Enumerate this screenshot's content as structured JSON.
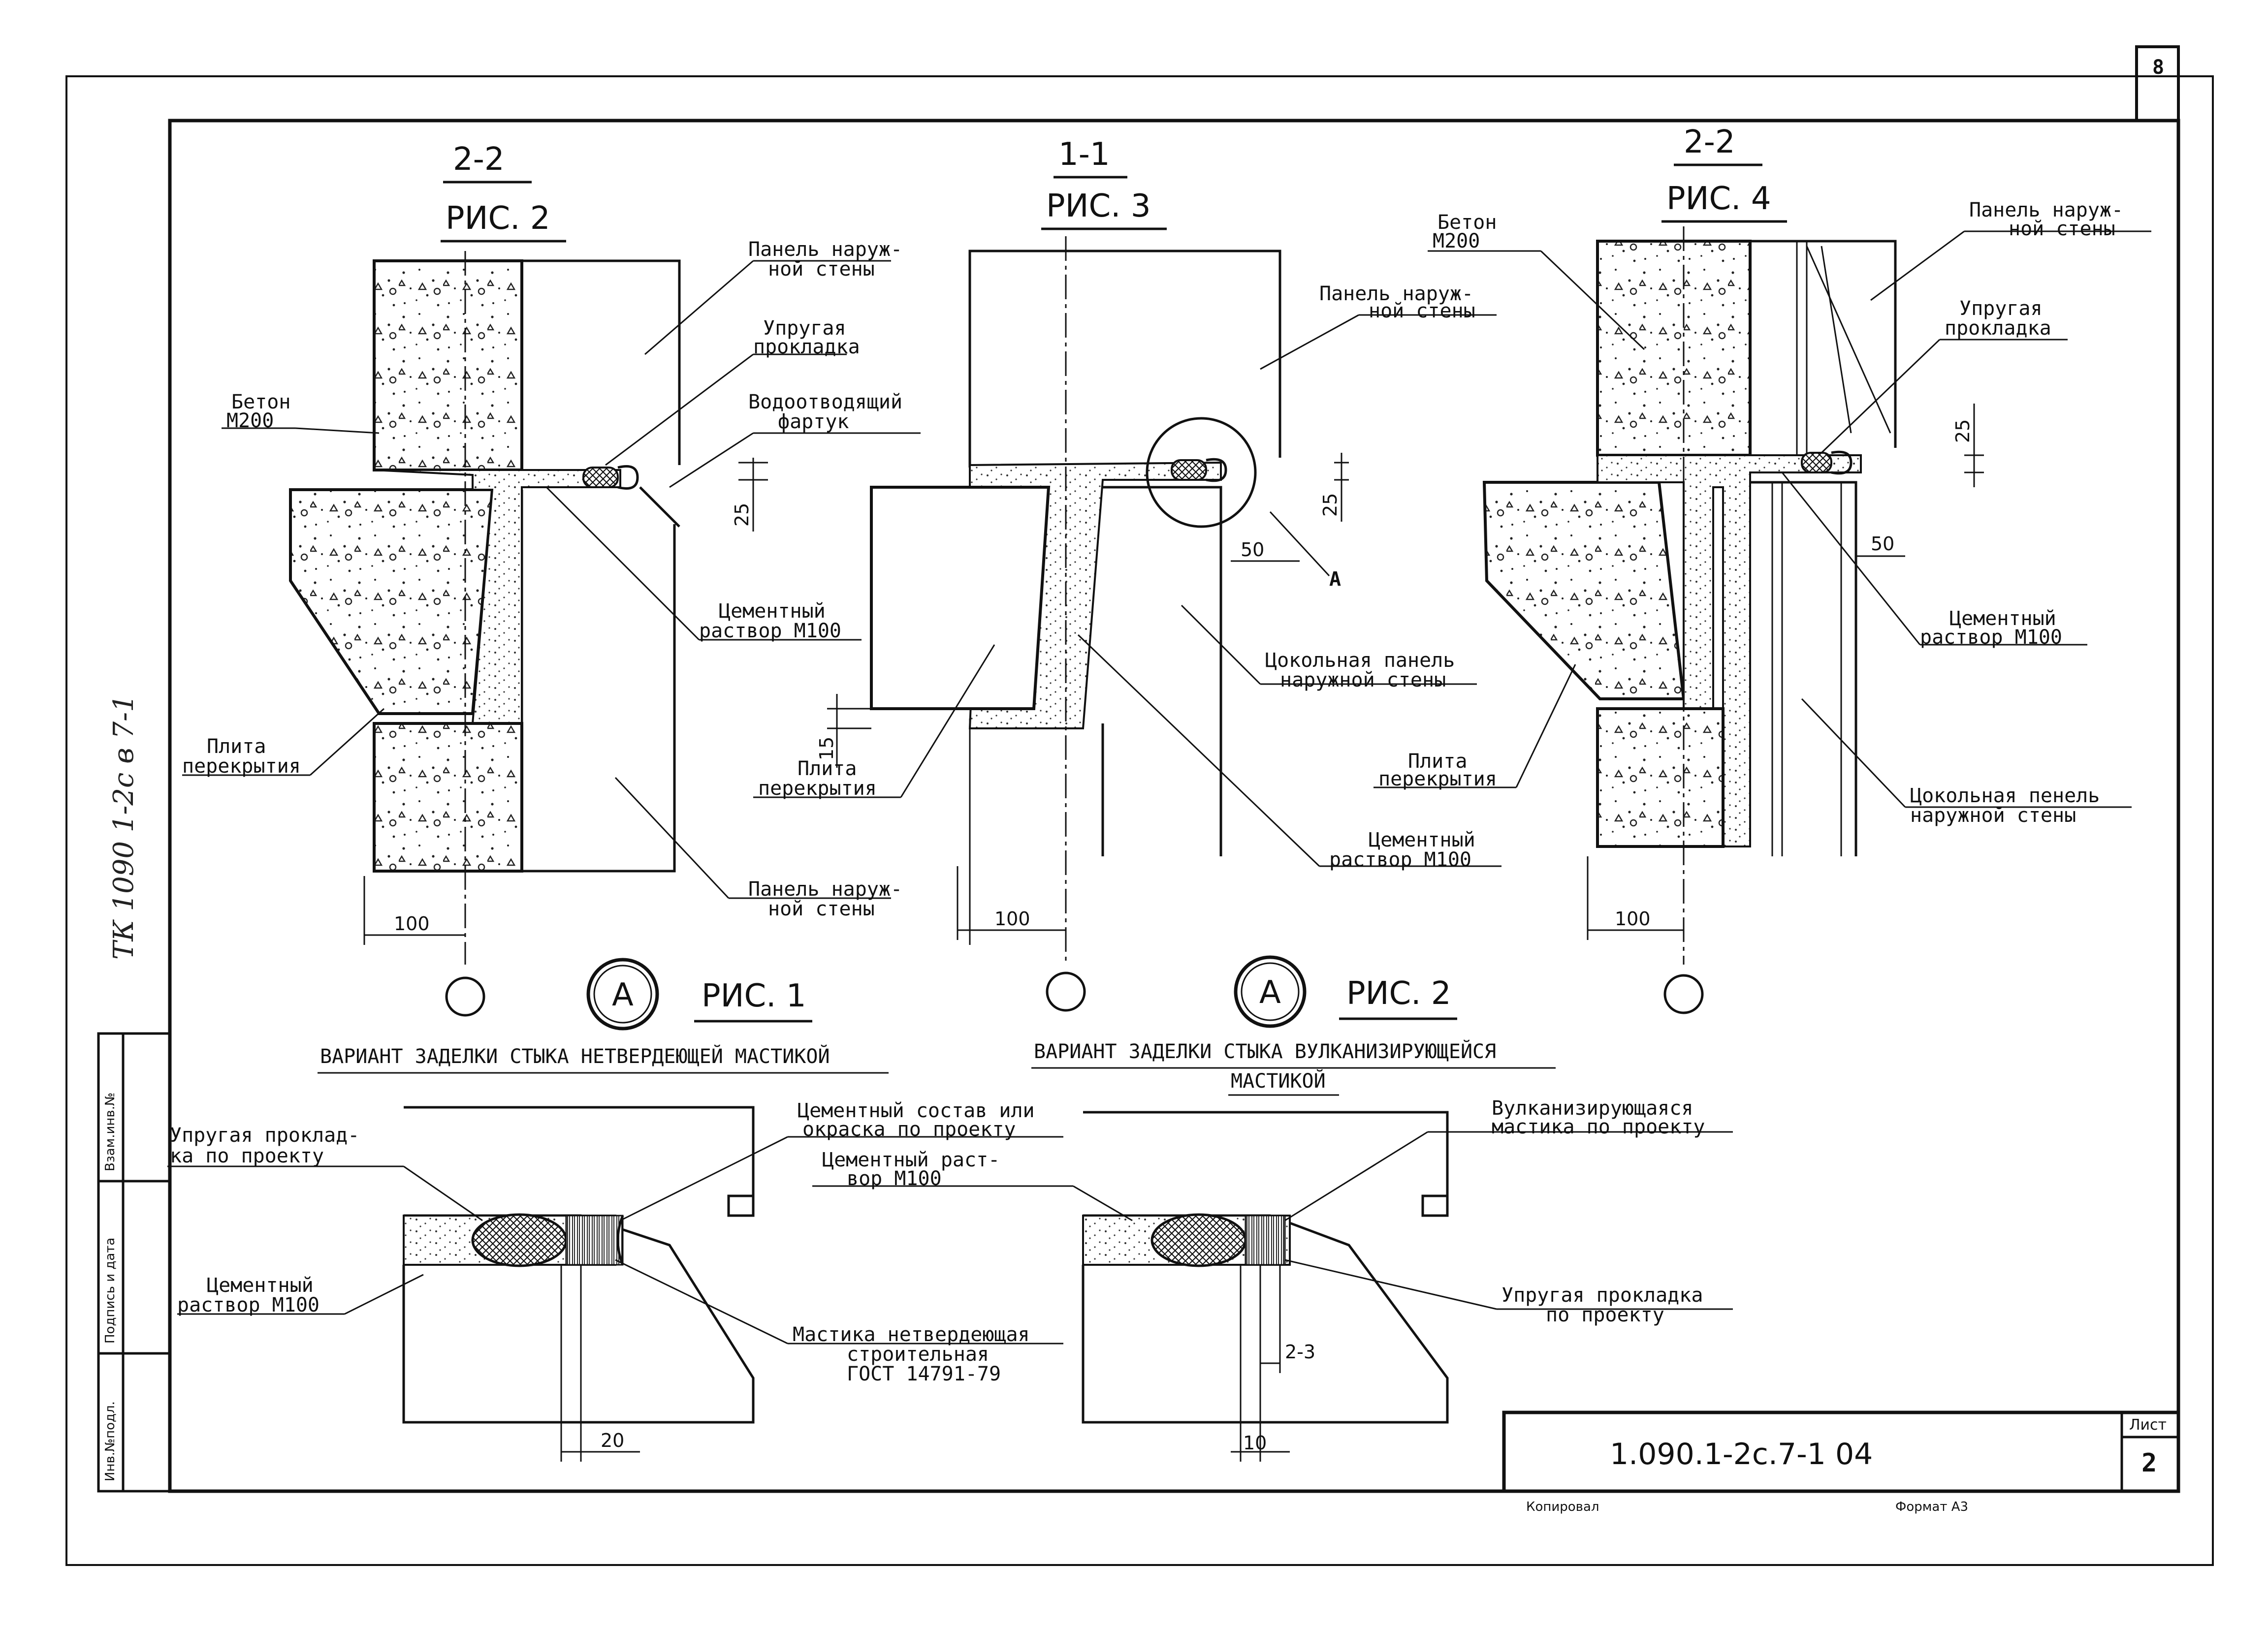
{
  "sheet_no_top": "8",
  "handwritten_code": "ТК 1090 1-2с  в 7-1",
  "side_stamp": [
    "Инв.№подл.",
    "Подпись и дата",
    "Взам.инв.№"
  ],
  "fig_a": {
    "section": "2-2",
    "title": "РИС. 2",
    "labels": {
      "panel_top": [
        "Панель наруж-",
        "ной стены"
      ],
      "gasket": [
        "Упругая",
        "прокладка"
      ],
      "apron": [
        "Водоотводящий",
        "фартук"
      ],
      "concrete": [
        "Бетон",
        "М200"
      ],
      "mortar": [
        "Цементный",
        "раствор М100"
      ],
      "slab": [
        "Плита",
        "перекрытия"
      ],
      "panel_bottom": [
        "Панель наруж-",
        "ной стены"
      ]
    },
    "dims": {
      "d25": "25",
      "d100": "100"
    }
  },
  "fig_b": {
    "section": "1-1",
    "title": "РИС. 3",
    "labels": {
      "panel": [
        "Панель наруж-",
        "ной стены"
      ],
      "plinth": [
        "Цокольная панель",
        "наружной стены"
      ],
      "slab": [
        "Плита",
        "перекрытия"
      ],
      "mortar": [
        "Цементный",
        "раствор М100"
      ]
    },
    "dims": {
      "d25": "25",
      "d50": "50",
      "d15": "15",
      "d100": "100"
    },
    "callout": "А"
  },
  "fig_c": {
    "section": "2-2",
    "title": "РИС. 4",
    "labels": {
      "concrete": [
        "Бетон",
        "М200"
      ],
      "panel": [
        "Панель наруж-",
        "ной стены"
      ],
      "gasket": [
        "Упругая",
        "прокладка"
      ],
      "mortar": [
        "Цементный",
        "раствор М100"
      ],
      "slab": [
        "Плита",
        "перекрытия"
      ],
      "plinth": [
        "Цокольная пенель",
        "наружной стены"
      ]
    },
    "dims": {
      "d25": "25",
      "d50": "50",
      "d100": "100"
    }
  },
  "detail1": {
    "marker": "А",
    "title": "РИС. 1",
    "caption": "ВАРИАНТ ЗАДЕЛКИ СТЫКА НЕТВЕРДЕЮЩЕЙ МАСТИКОЙ",
    "labels": {
      "gasket": [
        "Упругая проклад-",
        "ка по проекту"
      ],
      "compound": [
        "Цементный состав или",
        "окраска по проекту"
      ],
      "mortar": [
        "Цементный",
        "раствор М100"
      ],
      "mastic": [
        "Мастика нетвердеющая",
        "строительная",
        "ГОСТ 14791-79"
      ]
    },
    "dims": {
      "d20": "20"
    }
  },
  "detail2": {
    "marker": "А",
    "title": "РИС. 2",
    "caption": [
      "ВАРИАНТ ЗАДЕЛКИ СТЫКА ВУЛКАНИЗИРУЮЩЕЙСЯ",
      "МАСТИКОЙ"
    ],
    "labels": {
      "mastic": [
        "Вулканизирующаяся",
        "мастика по проекту"
      ],
      "mortar": [
        "Цементный раст-",
        "вор М100"
      ],
      "gasket": [
        "Упругая прокладка",
        "по проекту"
      ]
    },
    "dims": {
      "d23": "2-3",
      "d10": "10"
    }
  },
  "title_block": {
    "code": "1.090.1-2с.7-1   04",
    "sheet_label": "Лист",
    "sheet_no": "2"
  },
  "footer": {
    "copied": "Копировал",
    "format": "Формат А3"
  }
}
